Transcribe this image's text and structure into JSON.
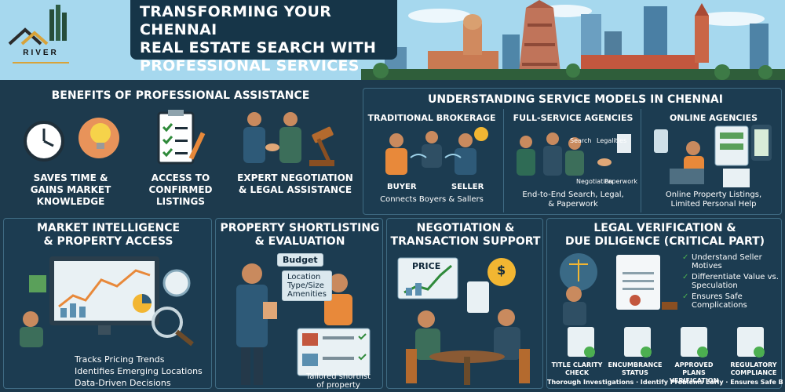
{
  "brand": {
    "name": "RIVER"
  },
  "header": {
    "title_lines": [
      "TRANSFORMING YOUR CHENNAI",
      "REAL ESTATE SEARCH WITH",
      "PROFESSIONAL SERVICES"
    ]
  },
  "benefits": {
    "title": "BENEFITS OF PROFESSIONAL ASSISTANCE",
    "items": [
      {
        "line1": "SAVES TIME &",
        "line2": "GAINS MARKET",
        "line3": "KNOWLEDGE",
        "icon": "clock-lightbulb-icon"
      },
      {
        "line1": "ACCESS TO",
        "line2": "CONFIRMED",
        "line3": "LISTINGS",
        "icon": "checklist-icon"
      },
      {
        "line1": "EXPERT NEGOTIATION",
        "line2": "& LEGAL ASSISTANCE",
        "line3": "",
        "icon": "handshake-gavel-icon"
      }
    ]
  },
  "service_models": {
    "title": "UNDERSTANDING SERVICE MODELS IN CHENNAI",
    "models": [
      {
        "name": "TRADITIONAL BROKERAGE",
        "labels": [
          "BUYER",
          "SELLER"
        ],
        "desc": "Connects Boyers & Sallers"
      },
      {
        "name": "FULL-SERVICE AGENCIES",
        "labels": [
          "Search",
          "Legalities",
          "Negotiation",
          "Paperwork"
        ],
        "desc_line1": "End-to-End Search, Legal,",
        "desc_line2": "& Paperwork"
      },
      {
        "name": "ONLINE AGENCIES",
        "desc_line1": "Online Property Listings,",
        "desc_line2": "Limited Personal Help"
      }
    ]
  },
  "market": {
    "title_line1": "MARKET INTELLIGENCE",
    "title_line2": "& PROPERTY ACCESS",
    "bullets": [
      "Tracks Pricing Trends",
      "Identifies Emerging Locations",
      "Data-Driven Decisions"
    ]
  },
  "shortlist": {
    "title_line1": "PROPERTY SHORTLISTING",
    "title_line2": "& EVALUATION",
    "bubble_budget": "Budget",
    "bubble_criteria": [
      "Location",
      "Type/Size",
      "Amenities"
    ],
    "caption_line1": "Tailored shortlist",
    "caption_line2": "of property"
  },
  "negotiation": {
    "title_line1": "NEGOTIATION &",
    "title_line2": "TRANSACTION SUPPORT",
    "chart_label": "PRICE",
    "dollar": "$"
  },
  "legal": {
    "title_line1": "LEGAL VERIFICATION &",
    "title_line2": "DUE DILIGENCE (CRITICAL PART)",
    "checks": [
      {
        "line1": "Understand Seller",
        "line2": "Motives"
      },
      {
        "line1": "Differentiate Value vs.",
        "line2": "Speculation"
      },
      {
        "line1": "Ensures Safe",
        "line2": "Complications"
      }
    ],
    "docs": [
      {
        "line1": "TITLE CLARITY",
        "line2": "CHECK"
      },
      {
        "line1": "ENCUMBRANCE",
        "line2": "STATUS"
      },
      {
        "line1": "APPROVED PLANS",
        "line2": "VERIFICATION"
      },
      {
        "line1": "REGULATORY",
        "line2": "COMPLIANCE"
      }
    ],
    "footer": "Thorough Investigations · Identify Problems Early · Ensures Safe Buying"
  },
  "colors": {
    "background": "#1d3a4d",
    "sky": "#9fd3ea",
    "panel_border": "#3f6b83",
    "accent_orange": "#e8893a",
    "accent_gold": "#f2b632",
    "accent_green": "#4caf50"
  }
}
